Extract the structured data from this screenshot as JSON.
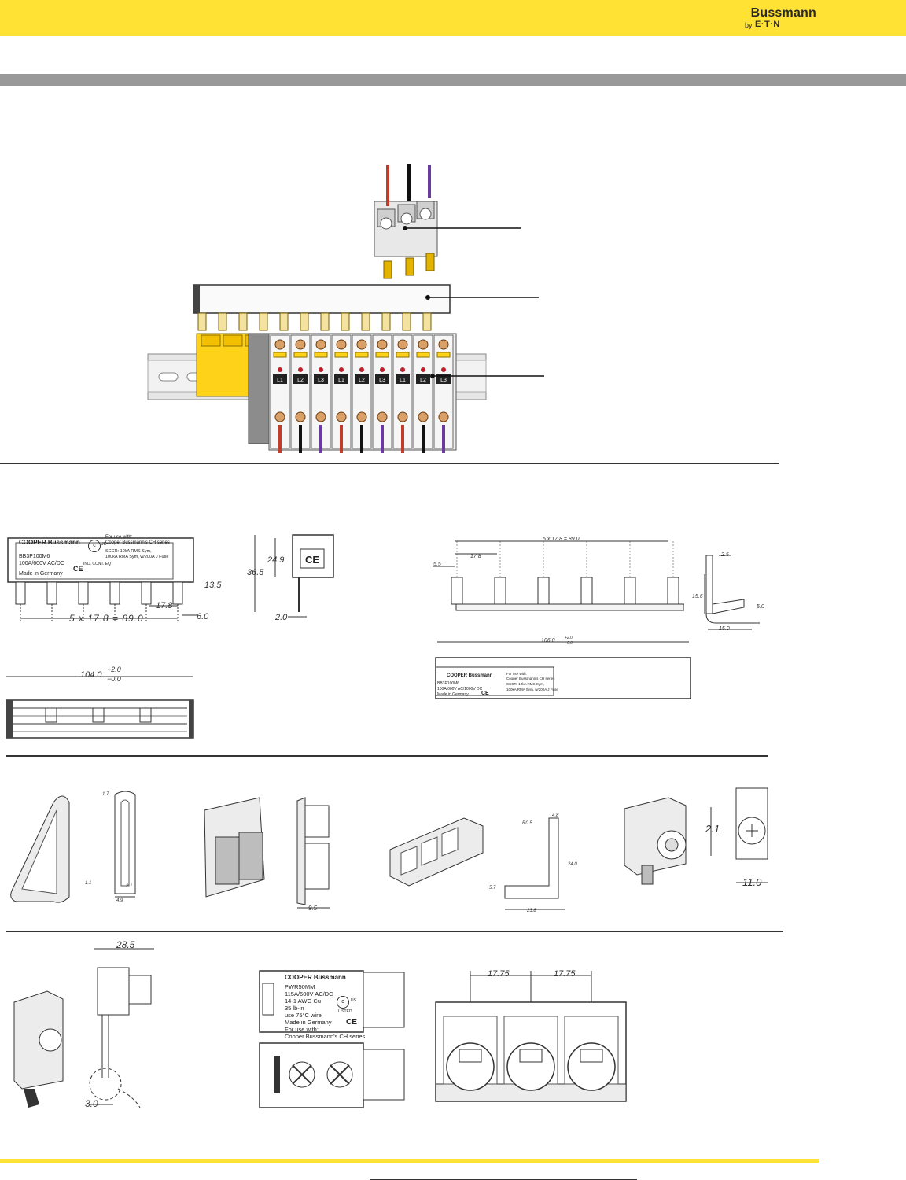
{
  "header": {
    "brand_name": "Bussmann",
    "brand_by": "by",
    "brand_eaton": "E·T·N",
    "bar_color": "#ffe234"
  },
  "section_bar_color": "#999999",
  "dims": {
    "busbar_front_pitch": "5  x  17.8  =  89.0",
    "busbar_front_pin_h": "13.5",
    "busbar_front_pin_w": "6.0",
    "busbar_front_pitch_single": "17.8",
    "busbar_side_h1": "24.9",
    "busbar_side_h2": "36.5",
    "busbar_side_w": "2.0",
    "busbar_top_len": "104.0",
    "busbar_top_tol_plus": "+2.0",
    "busbar_top_tol_minus": "−0.0",
    "busbar_r_pitch": "5  x  17.8  =  89.0",
    "busbar_r_first": "17.8",
    "busbar_r_offset": "5.5",
    "busbar_r_side_top": "2.5",
    "busbar_r_side_h": "15.6",
    "busbar_r_side_w": "5.0",
    "busbar_r_side_base": "15.0",
    "busbar_r_len": "106.0",
    "busbar_r_tol_plus": "+2.0",
    "busbar_r_tol_minus": "−0.0",
    "endcap_top": "1.7",
    "endcap_w1": "1.1",
    "endcap_w2": "2.1",
    "endcap_w3": "4.9",
    "shield_w": "9.5",
    "tooth_r": "R0.5",
    "tooth_top": "4.8",
    "tooth_h": "24.0",
    "tooth_left": "5.7",
    "tooth_base": "23.8",
    "lug_h": "2.1",
    "lug_w": "11.0",
    "feed_w": "28.5",
    "feed_pin": "3.0",
    "block_pitch_a": "17.75",
    "block_pitch_b": "17.75"
  },
  "labels": {
    "busbar_logo": "COOPER Bussmann",
    "busbar_for_use": "For use with:",
    "busbar_series": "Cooper Bussmann's CH series",
    "busbar_part": "BB3P100M6",
    "busbar_rating": "100A/600V AC/DC",
    "busbar_sccr": "SCCR: 10kA RMS Sym,",
    "busbar_sccr2": "100kA RMA Sym, w/200A J Fuse",
    "busbar_made": "Made in Germany",
    "busbar_listed": "IND. CONT. EQ",
    "r_logo": "COOPER Bussmann",
    "r_for_use": "For use with:",
    "r_series": "Cooper Bussmann's CH series",
    "r_part": "BB3P100M6",
    "r_rating": "100A/600V AC/1000V DC",
    "r_made": "Made in Germany",
    "r_sccr": "SCCR: 10kA RMS Sym,",
    "r_sccr2": "100kA RMA Sym, w/200A J Fuse",
    "pwr_logo": "COOPER Bussmann",
    "pwr_part": "PWR50MM",
    "pwr_rating": "115A/600V AC/DC",
    "pwr_awg": "14-1 AWG Cu",
    "pwr_torque": "35 lb-in",
    "pwr_wire": "use 75°C wire",
    "pwr_made": "Made in Germany",
    "pwr_for_use": "For use with:",
    "pwr_series": "Cooper Bussmann's CH series",
    "pwr_listed": "LISTED",
    "ce_mark": "CE",
    "us_mark": "US",
    "ul_c": "c",
    "fuse_phase": [
      "L1",
      "L2",
      "L3",
      "L1",
      "L2",
      "L3",
      "L1",
      "L2",
      "L3"
    ]
  }
}
